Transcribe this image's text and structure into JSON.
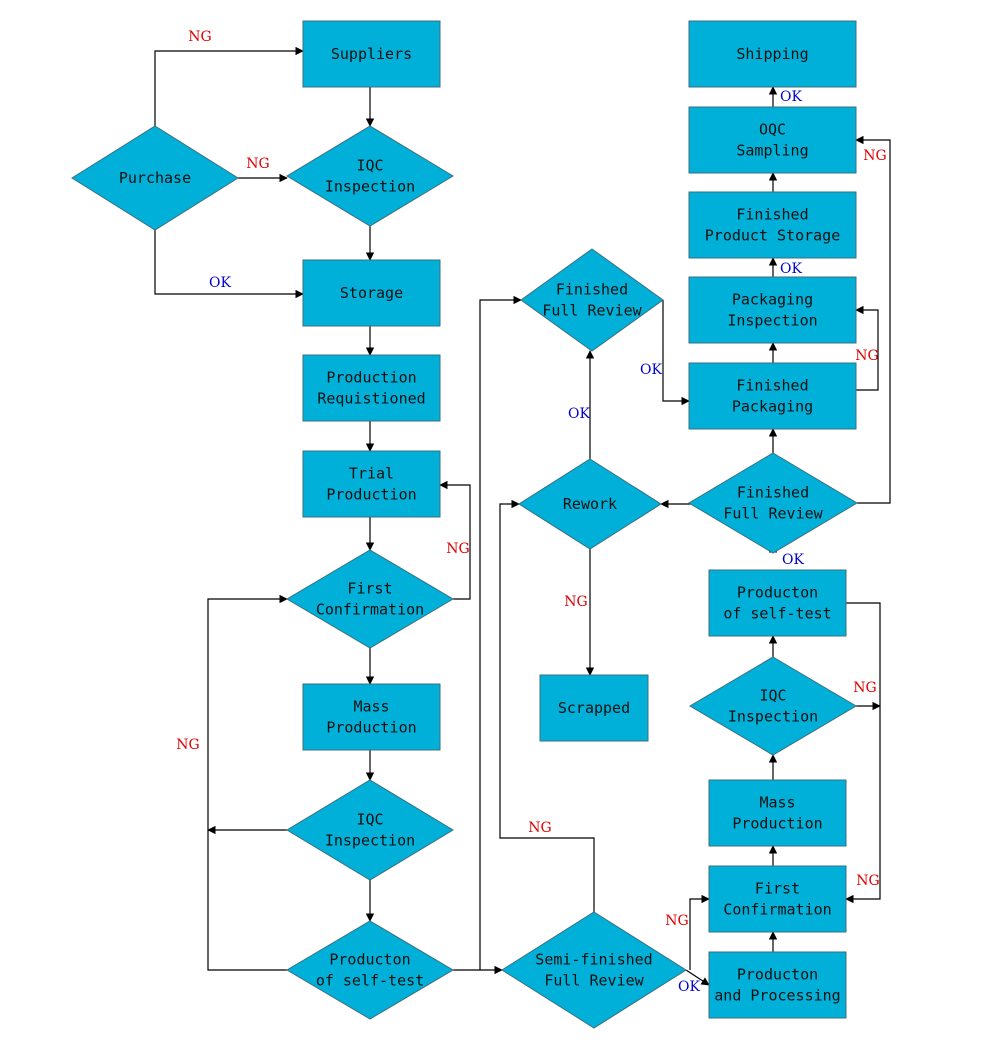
{
  "nodes": {
    "suppliers": [
      "Suppliers"
    ],
    "purchase": [
      "Purchase"
    ],
    "iqc_top": [
      "IQC",
      "Inspection"
    ],
    "storage": [
      "Storage"
    ],
    "production_requisitioned": [
      "Production",
      "Requistioned"
    ],
    "trial_production": [
      "Trial",
      "Production"
    ],
    "first_confirmation_left": [
      "First",
      "Confirmation"
    ],
    "mass_production_left": [
      "Mass",
      "Production"
    ],
    "iqc_left": [
      "IQC",
      "Inspection"
    ],
    "self_test_left": [
      "Producton",
      "of self-test"
    ],
    "semi_finished_review": [
      "Semi-finished",
      "Full Review"
    ],
    "finished_full_review_mid": [
      "Finished",
      "Full Review"
    ],
    "rework": [
      "Rework"
    ],
    "scrapped": [
      "Scrapped"
    ],
    "shipping": [
      "Shipping"
    ],
    "oqc_sampling": [
      "OQC",
      "Sampling"
    ],
    "finished_product_storage": [
      "Finished",
      "Product Storage"
    ],
    "packaging_inspection": [
      "Packaging",
      "Inspection"
    ],
    "finished_packaging": [
      "Finished",
      "Packaging"
    ],
    "finished_full_review_right": [
      "Finished",
      "Full Review"
    ],
    "self_test_right": [
      "Producton",
      "of self-test"
    ],
    "iqc_right": [
      "IQC",
      "Inspection"
    ],
    "mass_production_right": [
      "Mass",
      "Production"
    ],
    "first_confirmation_right": [
      "First",
      "Confirmation"
    ],
    "production_processing": [
      "Producton",
      "and Processing"
    ]
  },
  "edge_labels": {
    "ng": "NG",
    "ok": "OK"
  },
  "colors": {
    "node_fill": "#00b0d8",
    "node_stroke": "#3a6f80",
    "line": "#000000",
    "ng": "#e00000",
    "ok": "#0000cc"
  }
}
